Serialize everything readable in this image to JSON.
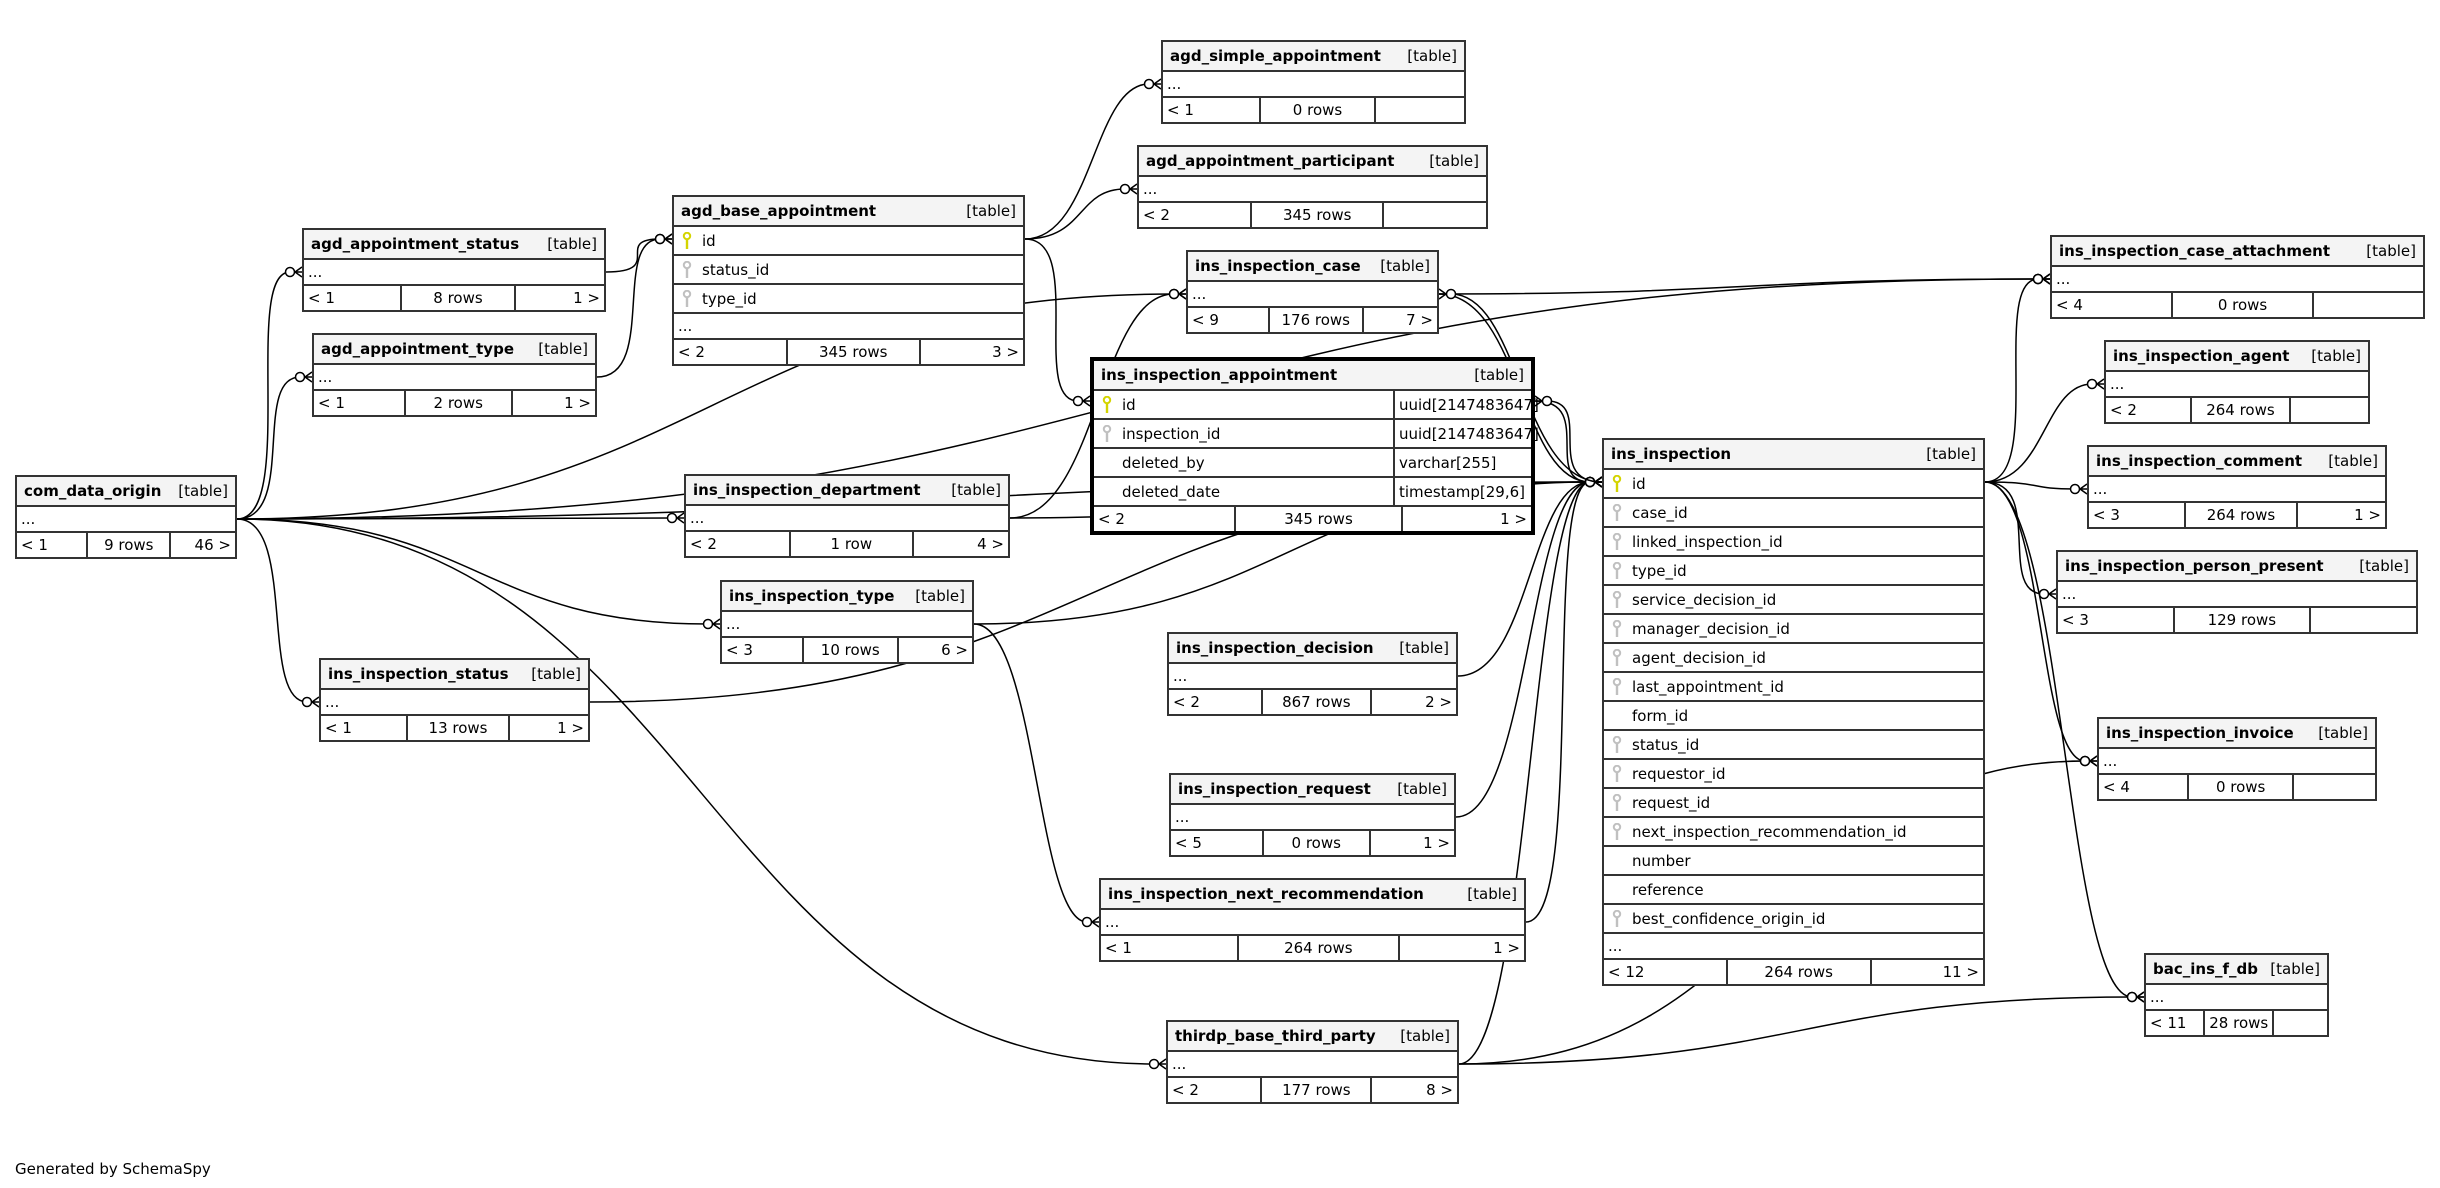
{
  "diagram": {
    "footer": "Generated by SchemaSpy",
    "kind_label": "[table]",
    "more_label": "...",
    "colors": {
      "primary_key": "#d4d400",
      "foreign_key": "#c0c0c0",
      "header_bg": "#f4f4f4",
      "border": "#333333"
    },
    "tables": [
      {
        "id": "com_data_origin",
        "name": "com_data_origin",
        "columns": [],
        "parents": "< 1",
        "rows": "9 rows",
        "children": "46 >"
      },
      {
        "id": "agd_appointment_status",
        "name": "agd_appointment_status",
        "columns": [],
        "parents": "< 1",
        "rows": "8 rows",
        "children": "1 >"
      },
      {
        "id": "agd_appointment_type",
        "name": "agd_appointment_type",
        "columns": [],
        "parents": "< 1",
        "rows": "2 rows",
        "children": "1 >"
      },
      {
        "id": "agd_base_appointment",
        "name": "agd_base_appointment",
        "columns": [
          {
            "name": "id",
            "key": "primary-key-icon"
          },
          {
            "name": "status_id",
            "key": "foreign-key-icon"
          },
          {
            "name": "type_id",
            "key": "foreign-key-icon"
          }
        ],
        "parents": "< 2",
        "rows": "345 rows",
        "children": "3 >"
      },
      {
        "id": "agd_simple_appointment",
        "name": "agd_simple_appointment",
        "columns": [],
        "parents": "< 1",
        "rows": "0 rows",
        "children": ""
      },
      {
        "id": "agd_appointment_participant",
        "name": "agd_appointment_participant",
        "columns": [],
        "parents": "< 2",
        "rows": "345 rows",
        "children": ""
      },
      {
        "id": "ins_inspection_case",
        "name": "ins_inspection_case",
        "columns": [],
        "parents": "< 9",
        "rows": "176 rows",
        "children": "7 >"
      },
      {
        "id": "ins_inspection_appointment",
        "name": "ins_inspection_appointment",
        "focus": true,
        "columns": [
          {
            "name": "id",
            "key": "primary-key-icon",
            "type": "uuid[2147483647]"
          },
          {
            "name": "inspection_id",
            "key": "foreign-key-icon",
            "type": "uuid[2147483647]"
          },
          {
            "name": "deleted_by",
            "key": "",
            "type": "varchar[255]"
          },
          {
            "name": "deleted_date",
            "key": "",
            "type": "timestamp[29,6]"
          }
        ],
        "nomore": true,
        "parents": "< 2",
        "rows": "345 rows",
        "children": "1 >"
      },
      {
        "id": "ins_inspection",
        "name": "ins_inspection",
        "columns": [
          {
            "name": "id",
            "key": "primary-key-icon"
          },
          {
            "name": "case_id",
            "key": "foreign-key-icon"
          },
          {
            "name": "linked_inspection_id",
            "key": "foreign-key-icon"
          },
          {
            "name": "type_id",
            "key": "foreign-key-icon"
          },
          {
            "name": "service_decision_id",
            "key": "foreign-key-icon"
          },
          {
            "name": "manager_decision_id",
            "key": "foreign-key-icon"
          },
          {
            "name": "agent_decision_id",
            "key": "foreign-key-icon"
          },
          {
            "name": "last_appointment_id",
            "key": "foreign-key-icon"
          },
          {
            "name": "form_id",
            "key": ""
          },
          {
            "name": "status_id",
            "key": "foreign-key-icon"
          },
          {
            "name": "requestor_id",
            "key": "foreign-key-icon"
          },
          {
            "name": "request_id",
            "key": "foreign-key-icon"
          },
          {
            "name": "next_inspection_recommendation_id",
            "key": "foreign-key-icon"
          },
          {
            "name": "number",
            "key": ""
          },
          {
            "name": "reference",
            "key": ""
          },
          {
            "name": "best_confidence_origin_id",
            "key": "foreign-key-icon"
          }
        ],
        "parents": "< 12",
        "rows": "264 rows",
        "children": "11 >"
      },
      {
        "id": "ins_inspection_case_attachment",
        "name": "ins_inspection_case_attachment",
        "columns": [],
        "parents": "< 4",
        "rows": "0 rows",
        "children": ""
      },
      {
        "id": "ins_inspection_agent",
        "name": "ins_inspection_agent",
        "columns": [],
        "parents": "< 2",
        "rows": "264 rows",
        "children": ""
      },
      {
        "id": "ins_inspection_comment",
        "name": "ins_inspection_comment",
        "columns": [],
        "parents": "< 3",
        "rows": "264 rows",
        "children": "1 >"
      },
      {
        "id": "ins_inspection_person_present",
        "name": "ins_inspection_person_present",
        "columns": [],
        "parents": "< 3",
        "rows": "129 rows",
        "children": ""
      },
      {
        "id": "ins_inspection_invoice",
        "name": "ins_inspection_invoice",
        "columns": [],
        "parents": "< 4",
        "rows": "0 rows",
        "children": ""
      },
      {
        "id": "bac_ins_f_db",
        "name": "bac_ins_f_db",
        "columns": [],
        "parents": "< 11",
        "rows": "28 rows",
        "children": ""
      },
      {
        "id": "ins_inspection_department",
        "name": "ins_inspection_department",
        "columns": [],
        "parents": "< 2",
        "rows": "1 row",
        "children": "4 >"
      },
      {
        "id": "ins_inspection_type",
        "name": "ins_inspection_type",
        "columns": [],
        "parents": "< 3",
        "rows": "10 rows",
        "children": "6 >"
      },
      {
        "id": "ins_inspection_status",
        "name": "ins_inspection_status",
        "columns": [],
        "parents": "< 1",
        "rows": "13 rows",
        "children": "1 >"
      },
      {
        "id": "ins_inspection_decision",
        "name": "ins_inspection_decision",
        "columns": [],
        "parents": "< 2",
        "rows": "867 rows",
        "children": "2 >"
      },
      {
        "id": "ins_inspection_request",
        "name": "ins_inspection_request",
        "columns": [],
        "parents": "< 5",
        "rows": "0 rows",
        "children": "1 >"
      },
      {
        "id": "ins_inspection_next_recommendation",
        "name": "ins_inspection_next_recommendation",
        "columns": [],
        "parents": "< 1",
        "rows": "264 rows",
        "children": "1 >"
      },
      {
        "id": "thirdp_base_third_party",
        "name": "thirdp_base_third_party",
        "columns": [],
        "parents": "< 2",
        "rows": "177 rows",
        "children": "8 >"
      }
    ],
    "relationships": [
      {
        "from": "com_data_origin",
        "to": "agd_appointment_status"
      },
      {
        "from": "com_data_origin",
        "to": "agd_appointment_type"
      },
      {
        "from": "com_data_origin",
        "to": "ins_inspection_case"
      },
      {
        "from": "com_data_origin",
        "to": "ins_inspection_department"
      },
      {
        "from": "com_data_origin",
        "to": "ins_inspection_type"
      },
      {
        "from": "com_data_origin",
        "to": "ins_inspection_status"
      },
      {
        "from": "com_data_origin",
        "to": "ins_inspection"
      },
      {
        "from": "com_data_origin",
        "to": "thirdp_base_third_party"
      },
      {
        "from": "com_data_origin",
        "to": "ins_inspection_case_attachment"
      },
      {
        "from": "agd_appointment_status",
        "to": "agd_base_appointment"
      },
      {
        "from": "agd_appointment_type",
        "to": "agd_base_appointment"
      },
      {
        "from": "agd_base_appointment",
        "to": "agd_simple_appointment"
      },
      {
        "from": "agd_base_appointment",
        "to": "agd_appointment_participant"
      },
      {
        "from": "agd_base_appointment",
        "to": "ins_inspection_appointment"
      },
      {
        "from": "ins_inspection_department",
        "to": "ins_inspection_case"
      },
      {
        "from": "ins_inspection_department",
        "to": "ins_inspection"
      },
      {
        "from": "ins_inspection_type",
        "to": "ins_inspection"
      },
      {
        "from": "ins_inspection_type",
        "to": "ins_inspection_next_recommendation"
      },
      {
        "from": "ins_inspection_status",
        "to": "ins_inspection"
      },
      {
        "from": "ins_inspection_case",
        "to": "ins_inspection"
      },
      {
        "from": "ins_inspection_case",
        "to": "ins_inspection_case_attachment"
      },
      {
        "from": "ins_inspection_appointment",
        "to": "ins_inspection"
      },
      {
        "from": "ins_inspection_decision",
        "to": "ins_inspection"
      },
      {
        "from": "ins_inspection_request",
        "to": "ins_inspection"
      },
      {
        "from": "ins_inspection_next_recommendation",
        "to": "ins_inspection"
      },
      {
        "from": "thirdp_base_third_party",
        "to": "ins_inspection"
      },
      {
        "from": "thirdp_base_third_party",
        "to": "ins_inspection_invoice"
      },
      {
        "from": "thirdp_base_third_party",
        "to": "bac_ins_f_db"
      },
      {
        "from": "ins_inspection",
        "to": "ins_inspection_case"
      },
      {
        "from": "ins_inspection",
        "to": "ins_inspection_case_attachment"
      },
      {
        "from": "ins_inspection",
        "to": "ins_inspection_agent"
      },
      {
        "from": "ins_inspection",
        "to": "ins_inspection_comment"
      },
      {
        "from": "ins_inspection",
        "to": "ins_inspection_person_present"
      },
      {
        "from": "ins_inspection",
        "to": "ins_inspection_invoice"
      },
      {
        "from": "ins_inspection",
        "to": "bac_ins_f_db"
      },
      {
        "from": "ins_inspection",
        "to": "ins_inspection_appointment"
      }
    ]
  }
}
